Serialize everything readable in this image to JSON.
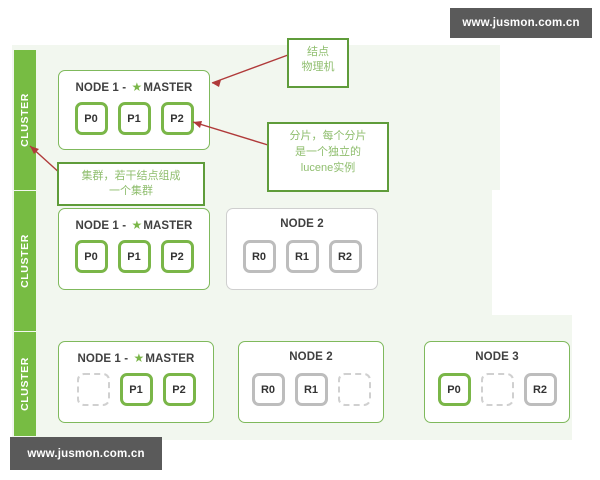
{
  "watermarks": {
    "top": "www.jusmon.com.cn",
    "bottom": "www.jusmon.com.cn"
  },
  "cluster_label": "CLUSTER",
  "star_glyph": "★",
  "rows": [
    {
      "name": "row-1",
      "cluster_label": "CLUSTER",
      "nodes": [
        {
          "title_main": "NODE 1 - ",
          "title_rest": "MASTER",
          "has_star": true,
          "style": "green",
          "shards": [
            {
              "label": "P0",
              "kind": "primary"
            },
            {
              "label": "P1",
              "kind": "primary"
            },
            {
              "label": "P2",
              "kind": "primary"
            }
          ]
        }
      ]
    },
    {
      "name": "row-2",
      "cluster_label": "CLUSTER",
      "nodes": [
        {
          "title_main": "NODE 1 - ",
          "title_rest": "MASTER",
          "has_star": true,
          "style": "green",
          "shards": [
            {
              "label": "P0",
              "kind": "primary"
            },
            {
              "label": "P1",
              "kind": "primary"
            },
            {
              "label": "P2",
              "kind": "primary"
            }
          ]
        },
        {
          "title_main": "NODE 2",
          "title_rest": "",
          "has_star": false,
          "style": "gray",
          "shards": [
            {
              "label": "R0",
              "kind": "replica"
            },
            {
              "label": "R1",
              "kind": "replica"
            },
            {
              "label": "R2",
              "kind": "replica"
            }
          ]
        }
      ]
    },
    {
      "name": "row-3",
      "cluster_label": "CLUSTER",
      "nodes": [
        {
          "title_main": "NODE 1 - ",
          "title_rest": "MASTER",
          "has_star": true,
          "style": "green",
          "shards": [
            {
              "label": "",
              "kind": "empty"
            },
            {
              "label": "P1",
              "kind": "primary"
            },
            {
              "label": "P2",
              "kind": "primary"
            }
          ]
        },
        {
          "title_main": "NODE 2",
          "title_rest": "",
          "has_star": false,
          "style": "green",
          "shards": [
            {
              "label": "R0",
              "kind": "replica"
            },
            {
              "label": "R1",
              "kind": "replica"
            },
            {
              "label": "",
              "kind": "empty"
            }
          ]
        },
        {
          "title_main": "NODE 3",
          "title_rest": "",
          "has_star": false,
          "style": "green",
          "shards": [
            {
              "label": "P0",
              "kind": "primary"
            },
            {
              "label": "",
              "kind": "empty"
            },
            {
              "label": "R2",
              "kind": "replica"
            }
          ]
        }
      ]
    }
  ],
  "callouts": {
    "node_note": {
      "line1": "结点",
      "line2": "物理机"
    },
    "shard_note": {
      "line1": "分片，每个分片",
      "line2": "是一个独立的",
      "line3_latin": "lucene",
      "line3_cjk": "实例"
    },
    "cluster_note": {
      "line1": "集群，若干结点组成",
      "line2": "一个集群"
    }
  },
  "colors": {
    "brand_green": "#77bc43",
    "primary_shard_border": "#7ab648",
    "replica_shard_border": "#bdbdbd",
    "panel_background": "#f2f7ef",
    "callout_border": "#5f9c3a",
    "callout_text": "#8fbe6e",
    "arrow": "#b03a3a",
    "watermark_background": "#5a5a5a"
  }
}
